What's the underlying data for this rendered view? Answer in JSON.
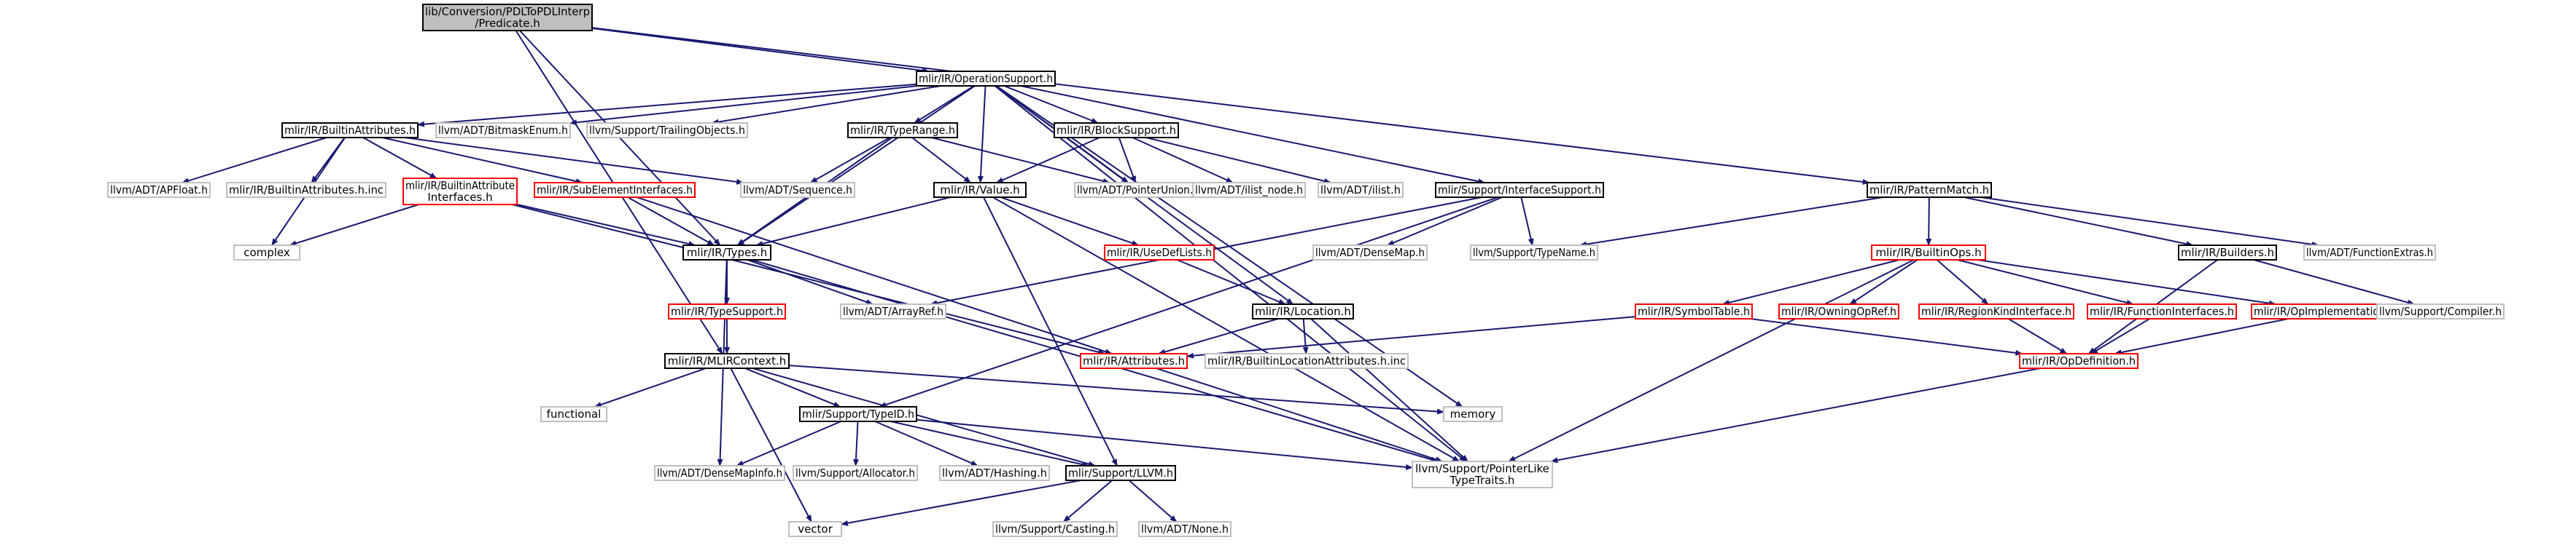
{
  "colors": {
    "root_fill": "#bfbfbf",
    "default_fill": "#ffffff",
    "black_border": "#000000",
    "grey_border": "#bfbfbf",
    "red_border": "#ff0000",
    "edge": "#191970"
  },
  "nodes": [
    {
      "id": "predicate",
      "lines": [
        "lib/Conversion/PDLToPDLInterp",
        "/Predicate.h"
      ],
      "style": "root"
    },
    {
      "id": "operationsupport",
      "lines": [
        "mlir/IR/OperationSupport.h"
      ],
      "style": "black"
    },
    {
      "id": "builtinattributes",
      "lines": [
        "mlir/IR/BuiltinAttributes.h"
      ],
      "style": "black"
    },
    {
      "id": "bitmaskenum",
      "lines": [
        "llvm/ADT/BitmaskEnum.h"
      ],
      "style": "grey"
    },
    {
      "id": "trailingobjects",
      "lines": [
        "llvm/Support/TrailingObjects.h"
      ],
      "style": "grey"
    },
    {
      "id": "typerange",
      "lines": [
        "mlir/IR/TypeRange.h"
      ],
      "style": "black"
    },
    {
      "id": "blocksupport",
      "lines": [
        "mlir/IR/BlockSupport.h"
      ],
      "style": "black"
    },
    {
      "id": "patternmatch",
      "lines": [
        "mlir/IR/PatternMatch.h"
      ],
      "style": "black"
    },
    {
      "id": "apfloat",
      "lines": [
        "llvm/ADT/APFloat.h"
      ],
      "style": "grey"
    },
    {
      "id": "builtinattrinc",
      "lines": [
        "mlir/IR/BuiltinAttributes.h.inc"
      ],
      "style": "grey"
    },
    {
      "id": "builtinattrinterfaces",
      "lines": [
        "mlir/IR/BuiltinAttribute",
        "Interfaces.h"
      ],
      "style": "red"
    },
    {
      "id": "subelementinterfaces",
      "lines": [
        "mlir/IR/SubElementInterfaces.h"
      ],
      "style": "red"
    },
    {
      "id": "sequence",
      "lines": [
        "llvm/ADT/Sequence.h"
      ],
      "style": "grey"
    },
    {
      "id": "value",
      "lines": [
        "mlir/IR/Value.h"
      ],
      "style": "black"
    },
    {
      "id": "pointerunion",
      "lines": [
        "llvm/ADT/PointerUnion.h"
      ],
      "style": "grey"
    },
    {
      "id": "ilistnode",
      "lines": [
        "llvm/ADT/ilist_node.h"
      ],
      "style": "grey"
    },
    {
      "id": "ilist",
      "lines": [
        "llvm/ADT/ilist.h"
      ],
      "style": "grey"
    },
    {
      "id": "interfacesupport",
      "lines": [
        "mlir/Support/InterfaceSupport.h"
      ],
      "style": "black"
    },
    {
      "id": "densemap",
      "lines": [
        "llvm/ADT/DenseMap.h"
      ],
      "style": "grey"
    },
    {
      "id": "typename",
      "lines": [
        "llvm/Support/TypeName.h"
      ],
      "style": "grey"
    },
    {
      "id": "builtinops",
      "lines": [
        "mlir/IR/BuiltinOps.h"
      ],
      "style": "red"
    },
    {
      "id": "builders",
      "lines": [
        "mlir/IR/Builders.h"
      ],
      "style": "black"
    },
    {
      "id": "functionextras",
      "lines": [
        "llvm/ADT/FunctionExtras.h"
      ],
      "style": "grey"
    },
    {
      "id": "complex",
      "lines": [
        "complex"
      ],
      "style": "grey"
    },
    {
      "id": "types",
      "lines": [
        "mlir/IR/Types.h"
      ],
      "style": "black"
    },
    {
      "id": "usedeflists",
      "lines": [
        "mlir/IR/UseDefLists.h"
      ],
      "style": "red"
    },
    {
      "id": "arrayref",
      "lines": [
        "llvm/ADT/ArrayRef.h"
      ],
      "style": "grey"
    },
    {
      "id": "typesupport",
      "lines": [
        "mlir/IR/TypeSupport.h"
      ],
      "style": "red"
    },
    {
      "id": "location",
      "lines": [
        "mlir/IR/Location.h"
      ],
      "style": "black"
    },
    {
      "id": "symboltable",
      "lines": [
        "mlir/IR/SymbolTable.h"
      ],
      "style": "red"
    },
    {
      "id": "owningopref",
      "lines": [
        "mlir/IR/OwningOpRef.h"
      ],
      "style": "red"
    },
    {
      "id": "regionkind",
      "lines": [
        "mlir/IR/RegionKindInterface.h"
      ],
      "style": "red"
    },
    {
      "id": "functioninterfaces",
      "lines": [
        "mlir/IR/FunctionInterfaces.h"
      ],
      "style": "red"
    },
    {
      "id": "opimplementation",
      "lines": [
        "mlir/IR/OpImplementation.h"
      ],
      "style": "red"
    },
    {
      "id": "compiler",
      "lines": [
        "llvm/Support/Compiler.h"
      ],
      "style": "grey"
    },
    {
      "id": "mlircontext",
      "lines": [
        "mlir/IR/MLIRContext.h"
      ],
      "style": "black"
    },
    {
      "id": "attributes",
      "lines": [
        "mlir/IR/Attributes.h"
      ],
      "style": "red"
    },
    {
      "id": "builtinlocinc",
      "lines": [
        "mlir/IR/BuiltinLocationAttributes.h.inc"
      ],
      "style": "grey"
    },
    {
      "id": "opdefinition",
      "lines": [
        "mlir/IR/OpDefinition.h"
      ],
      "style": "red"
    },
    {
      "id": "functional",
      "lines": [
        "functional"
      ],
      "style": "grey"
    },
    {
      "id": "memory",
      "lines": [
        "memory"
      ],
      "style": "grey"
    },
    {
      "id": "typeid",
      "lines": [
        "mlir/Support/TypeID.h"
      ],
      "style": "black"
    },
    {
      "id": "densemapinfo",
      "lines": [
        "llvm/ADT/DenseMapInfo.h"
      ],
      "style": "grey"
    },
    {
      "id": "allocator",
      "lines": [
        "llvm/Support/Allocator.h"
      ],
      "style": "grey"
    },
    {
      "id": "hashing",
      "lines": [
        "llvm/ADT/Hashing.h"
      ],
      "style": "grey"
    },
    {
      "id": "llvmh",
      "lines": [
        "mlir/Support/LLVM.h"
      ],
      "style": "black"
    },
    {
      "id": "pointerliketypetraits",
      "lines": [
        "llvm/Support/PointerLike",
        "TypeTraits.h"
      ],
      "style": "grey"
    },
    {
      "id": "vector",
      "lines": [
        "vector"
      ],
      "style": "grey"
    },
    {
      "id": "casting",
      "lines": [
        "llvm/Support/Casting.h"
      ],
      "style": "grey"
    },
    {
      "id": "none",
      "lines": [
        "llvm/ADT/None.h"
      ],
      "style": "grey"
    }
  ],
  "edges": [
    [
      "predicate",
      "operationsupport"
    ],
    [
      "predicate",
      "patternmatch"
    ],
    [
      "predicate",
      "types"
    ],
    [
      "predicate",
      "mlircontext"
    ],
    [
      "operationsupport",
      "builtinattributes"
    ],
    [
      "operationsupport",
      "bitmaskenum"
    ],
    [
      "operationsupport",
      "trailingobjects"
    ],
    [
      "operationsupport",
      "typerange"
    ],
    [
      "operationsupport",
      "blocksupport"
    ],
    [
      "operationsupport",
      "value"
    ],
    [
      "operationsupport",
      "pointerunion"
    ],
    [
      "operationsupport",
      "interfacesupport"
    ],
    [
      "operationsupport",
      "location"
    ],
    [
      "operationsupport",
      "types"
    ],
    [
      "operationsupport",
      "memory"
    ],
    [
      "operationsupport",
      "pointerliketypetraits"
    ],
    [
      "builtinattributes",
      "apfloat"
    ],
    [
      "builtinattributes",
      "builtinattrinc"
    ],
    [
      "builtinattributes",
      "builtinattrinterfaces"
    ],
    [
      "builtinattributes",
      "subelementinterfaces"
    ],
    [
      "builtinattributes",
      "sequence"
    ],
    [
      "builtinattributes",
      "complex"
    ],
    [
      "builtinattrinterfaces",
      "complex"
    ],
    [
      "builtinattrinterfaces",
      "types"
    ],
    [
      "builtinattrinterfaces",
      "attributes"
    ],
    [
      "subelementinterfaces",
      "types"
    ],
    [
      "subelementinterfaces",
      "attributes"
    ],
    [
      "typerange",
      "sequence"
    ],
    [
      "typerange",
      "value"
    ],
    [
      "typerange",
      "pointerunion"
    ],
    [
      "typerange",
      "types"
    ],
    [
      "blocksupport",
      "value"
    ],
    [
      "blocksupport",
      "pointerunion"
    ],
    [
      "blocksupport",
      "ilistnode"
    ],
    [
      "blocksupport",
      "ilist"
    ],
    [
      "value",
      "types"
    ],
    [
      "value",
      "usedeflists"
    ],
    [
      "value",
      "llvmh"
    ],
    [
      "value",
      "pointerliketypetraits"
    ],
    [
      "interfacesupport",
      "densemap"
    ],
    [
      "interfacesupport",
      "typename"
    ],
    [
      "interfacesupport",
      "typeid"
    ],
    [
      "interfacesupport",
      "arrayref"
    ],
    [
      "patternmatch",
      "builtinops"
    ],
    [
      "patternmatch",
      "builders"
    ],
    [
      "patternmatch",
      "functionextras"
    ],
    [
      "patternmatch",
      "typename"
    ],
    [
      "builtinops",
      "symboltable"
    ],
    [
      "builtinops",
      "owningopref"
    ],
    [
      "builtinops",
      "regionkind"
    ],
    [
      "builtinops",
      "functioninterfaces"
    ],
    [
      "builtinops",
      "opimplementation"
    ],
    [
      "builtinops",
      "pointerliketypetraits"
    ],
    [
      "builders",
      "compiler"
    ],
    [
      "builders",
      "opdefinition"
    ],
    [
      "types",
      "typesupport"
    ],
    [
      "types",
      "arrayref"
    ],
    [
      "types",
      "densemapinfo"
    ],
    [
      "types",
      "pointerliketypetraits"
    ],
    [
      "typesupport",
      "mlircontext"
    ],
    [
      "usedeflists",
      "location"
    ],
    [
      "location",
      "attributes"
    ],
    [
      "location",
      "builtinlocinc"
    ],
    [
      "location",
      "pointerliketypetraits"
    ],
    [
      "symboltable",
      "attributes"
    ],
    [
      "symboltable",
      "opdefinition"
    ],
    [
      "regionkind",
      "opdefinition"
    ],
    [
      "functioninterfaces",
      "opdefinition"
    ],
    [
      "opimplementation",
      "opdefinition"
    ],
    [
      "opdefinition",
      "pointerliketypetraits"
    ],
    [
      "attributes",
      "pointerliketypetraits"
    ],
    [
      "mlircontext",
      "functional"
    ],
    [
      "mlircontext",
      "memory"
    ],
    [
      "mlircontext",
      "typeid"
    ],
    [
      "mlircontext",
      "llvmh"
    ],
    [
      "mlircontext",
      "vector"
    ],
    [
      "typeid",
      "densemapinfo"
    ],
    [
      "typeid",
      "allocator"
    ],
    [
      "typeid",
      "hashing"
    ],
    [
      "typeid",
      "llvmh"
    ],
    [
      "typeid",
      "pointerliketypetraits"
    ],
    [
      "llvmh",
      "vector"
    ],
    [
      "llvmh",
      "casting"
    ],
    [
      "llvmh",
      "none"
    ]
  ]
}
